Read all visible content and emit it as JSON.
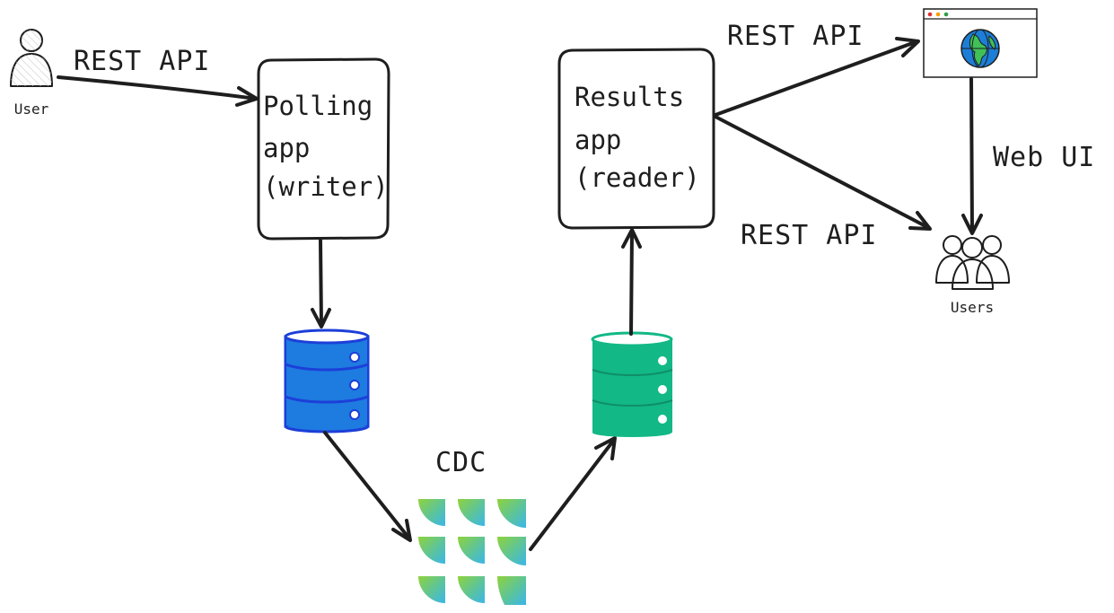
{
  "nodes": {
    "user": {
      "label": "User",
      "icon": "user-icon"
    },
    "users": {
      "label": "Users",
      "icon": "users-group-icon"
    },
    "polling_app": {
      "lines": [
        "Polling",
        "app",
        "(writer)"
      ]
    },
    "results_app": {
      "lines": [
        "Results",
        "app",
        "(reader)"
      ]
    },
    "writer_db": {
      "icon": "database-icon",
      "color": "#1e7be0"
    },
    "reader_db": {
      "icon": "database-icon",
      "color": "#12b886"
    },
    "cdc": {
      "label": "CDC",
      "icon": "cdc-logo-icon"
    },
    "browser": {
      "icon": "browser-window-icon"
    }
  },
  "edges": {
    "user_to_polling": {
      "label": "REST API"
    },
    "results_to_browser": {
      "label": "REST API"
    },
    "results_to_users": {
      "label": "REST API"
    },
    "browser_to_users": {
      "label": "Web UI"
    }
  },
  "colors": {
    "stroke": "#1e1e1e",
    "writer_db": "#1e7be0",
    "writer_db_outline": "#1c3fd8",
    "reader_db": "#12b886",
    "cdc_green": "#86cf45",
    "cdc_blue": "#45b8e6"
  }
}
